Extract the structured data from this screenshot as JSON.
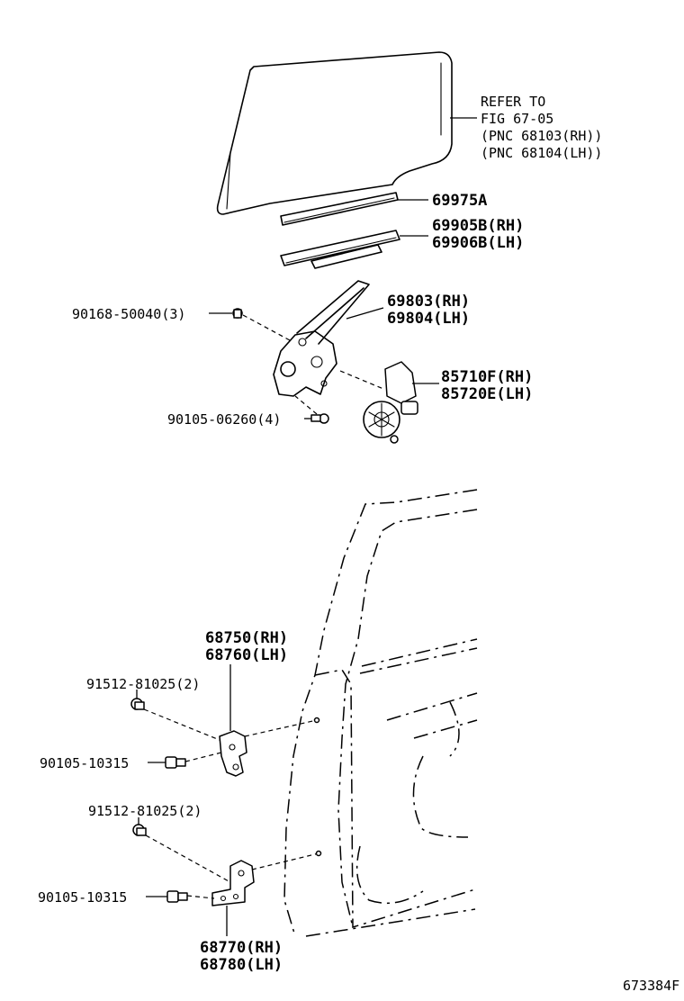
{
  "refer": {
    "line1": "REFER TO",
    "line2": "FIG 67-05",
    "line3": "(PNC 68103(RH))",
    "line4": "(PNC 68104(LH))"
  },
  "parts": {
    "p69975a": "69975A",
    "p69905b": "69905B(RH)",
    "p69906b": "69906B(LH)",
    "p69803": "69803(RH)",
    "p69804": "69804(LH)",
    "p90168": "90168-50040(3)",
    "p85710f": "85710F(RH)",
    "p85720e": "85720E(LH)",
    "p90105_06260": "90105-06260(4)",
    "p68750": "68750(RH)",
    "p68760": "68760(LH)",
    "p91512_upper": "91512-81025(2)",
    "p90105_10315_upper": "90105-10315",
    "p91512_lower": "91512-81025(2)",
    "p90105_10315_lower": "90105-10315",
    "p68770": "68770(RH)",
    "p68780": "68780(LH)"
  },
  "figure_id": "673384F"
}
